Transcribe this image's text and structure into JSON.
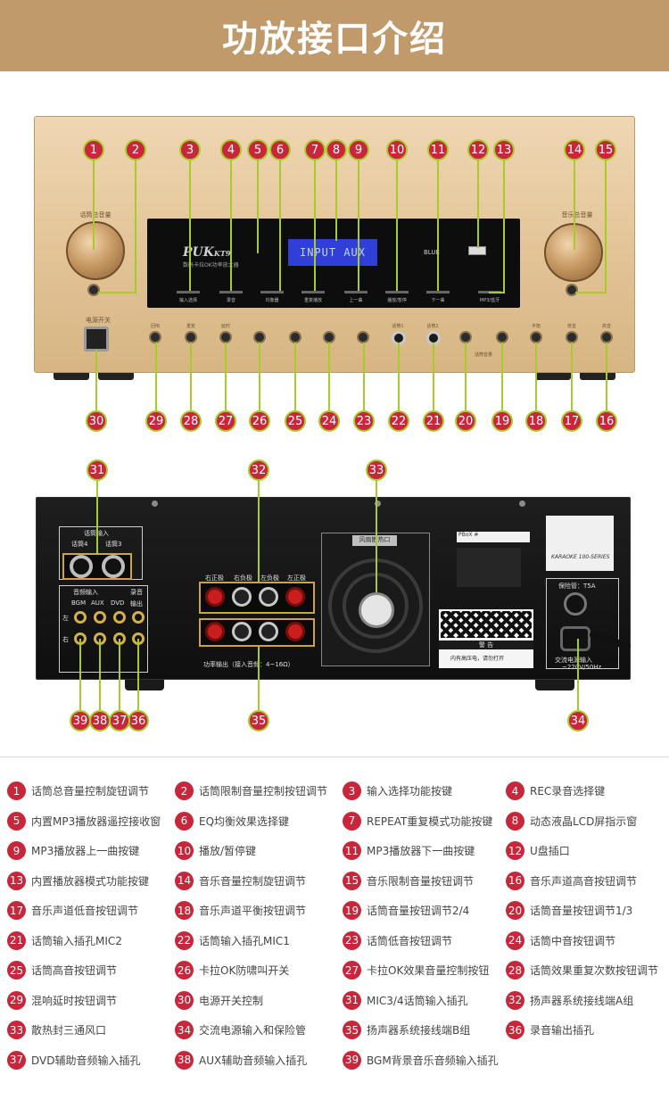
{
  "header": {
    "title": "功放接口介绍"
  },
  "front_panel": {
    "brand": "PUK",
    "brand_model": "KT9",
    "brand_subtitle": "数码卡拉OK功率放大器",
    "lcd_text": "INPUT AUX",
    "bluetooth_label": "BLUE",
    "mic_volume_label": "话筒总音量",
    "music_volume_label": "音乐总音量",
    "power_label": "电源开关",
    "button_labels": [
      "输入选择",
      "录音",
      "均衡器",
      "重复播放",
      "上一曲",
      "播放/暂停",
      "下一曲",
      "MP3/蓝牙"
    ],
    "knob_labels": [
      "回响",
      "重复",
      "延时",
      "话筒1",
      "话筒2",
      "话筒音量",
      "平衡",
      "低音",
      "高音"
    ]
  },
  "rear_panel": {
    "mic_input_title": "话筒输入",
    "mic_jacks": [
      "话筒4",
      "话筒3"
    ],
    "audio_input_title": "音频输入",
    "audio_inputs": [
      "BGM",
      "AUX",
      "DVD"
    ],
    "record_title": "录音",
    "record_output": "输出",
    "channel_left": "左",
    "channel_right": "右",
    "speaker_terminals": [
      "右正极",
      "右负极",
      "左负极",
      "左正极"
    ],
    "power_output_note": "功率输出（接入音频：4~16Ω）",
    "fan_label": "风扇散热口",
    "warning_title": "警  告",
    "warning_text": "内有高压电，请勿打开",
    "fuse_label": "保险管：T5A",
    "ac_label": "交流电源输入",
    "ac_spec": "~220V/50Hz",
    "logo_text": "KARAOKE 100-SERIES",
    "serial_text": "PBoX #"
  },
  "callouts": [
    {
      "n": "1"
    },
    {
      "n": "2"
    },
    {
      "n": "3"
    },
    {
      "n": "4"
    },
    {
      "n": "5"
    },
    {
      "n": "6"
    },
    {
      "n": "7"
    },
    {
      "n": "8"
    },
    {
      "n": "9"
    },
    {
      "n": "10"
    },
    {
      "n": "11"
    },
    {
      "n": "12"
    },
    {
      "n": "13"
    },
    {
      "n": "14"
    },
    {
      "n": "15"
    },
    {
      "n": "16"
    },
    {
      "n": "17"
    },
    {
      "n": "18"
    },
    {
      "n": "19"
    },
    {
      "n": "20"
    },
    {
      "n": "21"
    },
    {
      "n": "22"
    },
    {
      "n": "23"
    },
    {
      "n": "24"
    },
    {
      "n": "25"
    },
    {
      "n": "26"
    },
    {
      "n": "27"
    },
    {
      "n": "28"
    },
    {
      "n": "29"
    },
    {
      "n": "30"
    },
    {
      "n": "31"
    },
    {
      "n": "32"
    },
    {
      "n": "33"
    },
    {
      "n": "34"
    },
    {
      "n": "35"
    },
    {
      "n": "36"
    },
    {
      "n": "37"
    },
    {
      "n": "38"
    },
    {
      "n": "39"
    }
  ],
  "legend": [
    {
      "n": "1",
      "text": "话筒总音量控制旋钮调节"
    },
    {
      "n": "2",
      "text": "话筒限制音量控制按钮调节"
    },
    {
      "n": "3",
      "text": "输入选择功能按键"
    },
    {
      "n": "4",
      "text": "REC录音选择键"
    },
    {
      "n": "5",
      "text": "内置MP3播放器遥控接收窗"
    },
    {
      "n": "6",
      "text": "EQ均衡效果选择键"
    },
    {
      "n": "7",
      "text": "REPEAT重复模式功能按键"
    },
    {
      "n": "8",
      "text": "动态液晶LCD屏指示窗"
    },
    {
      "n": "9",
      "text": "MP3播放器上一曲按键"
    },
    {
      "n": "10",
      "text": "播放/暂停键"
    },
    {
      "n": "11",
      "text": "MP3播放器下一曲按键"
    },
    {
      "n": "12",
      "text": "U盘插口"
    },
    {
      "n": "13",
      "text": "内置播放器模式功能按键"
    },
    {
      "n": "14",
      "text": "音乐音量控制旋钮调节"
    },
    {
      "n": "15",
      "text": "音乐限制音量按钮调节"
    },
    {
      "n": "16",
      "text": "音乐声道高音按钮调节"
    },
    {
      "n": "17",
      "text": "音乐声道低音按钮调节"
    },
    {
      "n": "18",
      "text": "音乐声道平衡按钮调节"
    },
    {
      "n": "19",
      "text": "话筒音量按钮调节2/4"
    },
    {
      "n": "20",
      "text": "话筒音量按钮调节1/3"
    },
    {
      "n": "21",
      "text": "话筒输入插孔MIC2"
    },
    {
      "n": "22",
      "text": "话筒输入插孔MIC1"
    },
    {
      "n": "23",
      "text": "话筒低音按钮调节"
    },
    {
      "n": "24",
      "text": "话筒中音按钮调节"
    },
    {
      "n": "25",
      "text": "话筒高音按钮调节"
    },
    {
      "n": "26",
      "text": "卡拉OK防啸叫开关"
    },
    {
      "n": "27",
      "text": "卡拉OK效果音量控制按钮"
    },
    {
      "n": "28",
      "text": "话筒效果重复次数按钮调节"
    },
    {
      "n": "29",
      "text": "混响延时按钮调节"
    },
    {
      "n": "30",
      "text": "电源开关控制"
    },
    {
      "n": "31",
      "text": "MIC3/4话筒输入插孔"
    },
    {
      "n": "32",
      "text": "扬声器系统接线端A组"
    },
    {
      "n": "33",
      "text": "散热封三通风口"
    },
    {
      "n": "34",
      "text": "交流电源输入和保险管"
    },
    {
      "n": "35",
      "text": "扬声器系统接线端B组"
    },
    {
      "n": "36",
      "text": "录音输出插孔"
    },
    {
      "n": "37",
      "text": "DVD辅助音频输入插孔"
    },
    {
      "n": "38",
      "text": "AUX辅助音频输入插孔"
    },
    {
      "n": "39",
      "text": "BGM背景音乐音频输入插孔"
    }
  ],
  "colors": {
    "header_bg": "#c19a6b",
    "badge": "#c8263a",
    "callout_line": "#a7cc2a",
    "panel_gold": "#e2c396"
  }
}
